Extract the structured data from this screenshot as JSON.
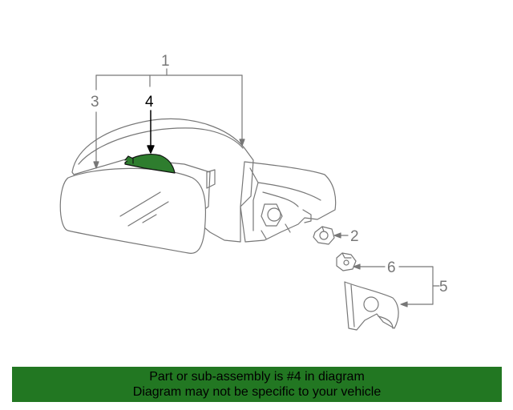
{
  "colors": {
    "line": "#777777",
    "highlight_part": "#2e7d2e",
    "banner_bg": "#227722",
    "banner_text": "#000000"
  },
  "callouts": {
    "c1": "1",
    "c2": "2",
    "c3": "3",
    "c4": "4",
    "c5": "5",
    "c6": "6"
  },
  "banner": {
    "line1": "Part or sub-assembly is #4 in diagram",
    "line2": "Diagram may not be specific to your vehicle"
  }
}
